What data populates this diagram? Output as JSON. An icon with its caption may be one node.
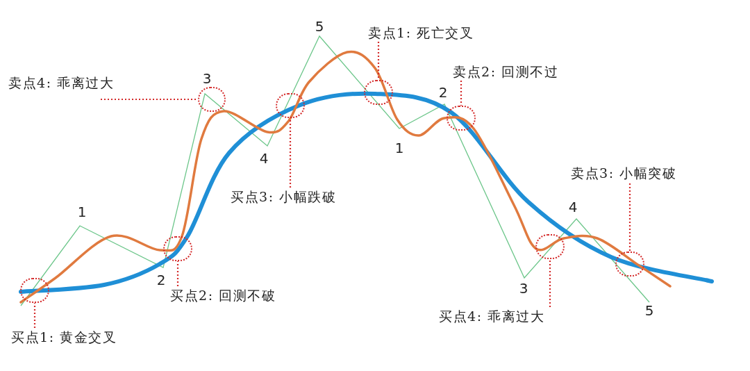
{
  "diagram": {
    "nodes": [
      {
        "text": [
          "卖点1: 死亡交叉"
        ]
      },
      {
        "text": [
          "卖点2: 回测不过"
        ]
      },
      {
        "text": [
          "卖点4: 乖离过大"
        ]
      },
      {
        "text": [
          "卖点3: 小幅突破"
        ]
      },
      {
        "text": [
          "买点3: 小幅跌破"
        ]
      },
      {
        "text": [
          "买点2: 回测不破"
        ]
      },
      {
        "text": [
          "买点4: 乖离过大"
        ]
      },
      {
        "text": [
          "买点1: 黄金交叉"
        ]
      },
      {
        "text": [],
        "shape": "circle"
      },
      {
        "text": [],
        "shape": "circle"
      },
      {
        "text": [],
        "shape": "circle"
      },
      {
        "text": [],
        "shape": "circle"
      },
      {
        "text": [],
        "shape": "circle"
      },
      {
        "text": [],
        "shape": "circle"
      },
      {
        "text": [],
        "shape": "circle"
      },
      {
        "text": [],
        "shape": "circle"
      }
    ],
    "edges": [
      {
        "from": 0,
        "to": 12,
        "arrow": "none",
        "style": "dashed",
        "color": "#d42a2a"
      },
      {
        "from": 1,
        "to": 13,
        "arrow": "none",
        "style": "dashed",
        "color": "#d42a2a"
      },
      {
        "from": 2,
        "to": 10,
        "arrow": "none",
        "style": "dashed",
        "color": "#d42a2a"
      },
      {
        "from": 3,
        "to": 15,
        "arrow": "none",
        "style": "dashed",
        "color": "#d42a2a"
      },
      {
        "from": 4,
        "to": 11,
        "arrow": "none",
        "style": "dashed",
        "color": "#d42a2a"
      },
      {
        "from": 5,
        "to": 9,
        "arrow": "none",
        "style": "dashed",
        "color": "#d42a2a"
      },
      {
        "from": 6,
        "to": 14,
        "arrow": "none",
        "style": "dashed",
        "color": "#d42a2a"
      },
      {
        "from": 7,
        "to": 8,
        "arrow": "none",
        "style": "dashed",
        "color": "#d42a2a"
      }
    ],
    "labels": [
      "1",
      "2",
      "3",
      "4",
      "5",
      "1",
      "2",
      "3",
      "4",
      "5"
    ]
  }
}
